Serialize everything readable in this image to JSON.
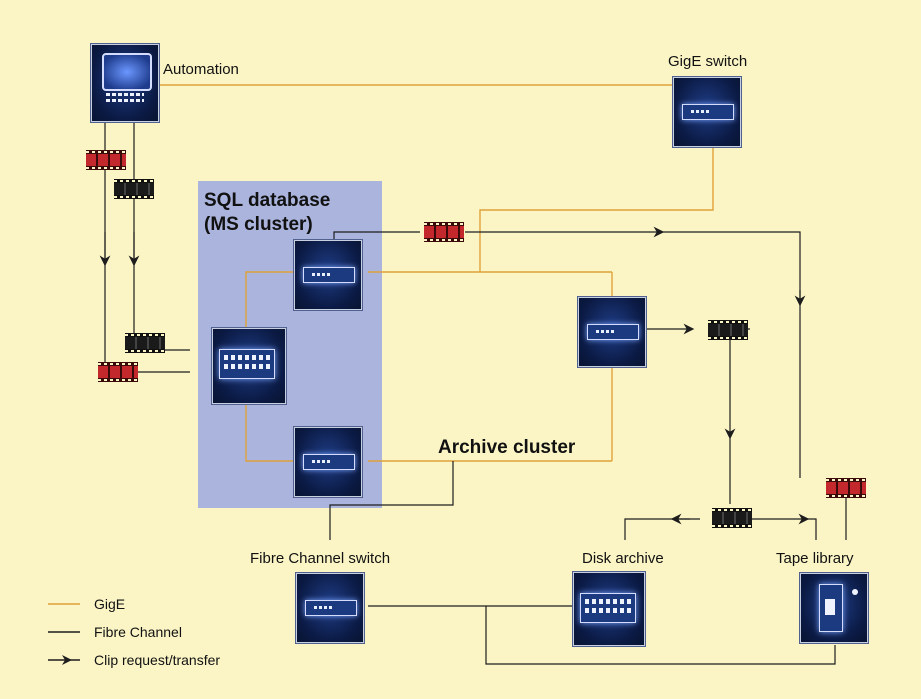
{
  "labels": {
    "automation": "Automation",
    "gige_switch": "GigE switch",
    "sql_line1": "SQL database",
    "sql_line2": "(MS cluster)",
    "archive_cluster": "Archive cluster",
    "fc_switch": "Fibre Channel switch",
    "disk_archive": "Disk archive",
    "tape_library": "Tape library"
  },
  "legend": [
    {
      "label": "GigE",
      "color": "#e0a23a",
      "kind": "line"
    },
    {
      "label": "Fibre Channel",
      "color": "#1d1d1d",
      "kind": "line"
    },
    {
      "label": "Clip request/transfer",
      "color": "#1d1d1d",
      "kind": "arrow"
    }
  ],
  "colors": {
    "gige": "#e0a23a",
    "fibre": "#1d1d1d",
    "background": "#fbf5c6",
    "sql_panel": "#aab4dd"
  },
  "icons": [
    "monitor-icon",
    "switch-icon",
    "server-icon",
    "storage-icon",
    "tape-icon",
    "film-reel-icon"
  ]
}
